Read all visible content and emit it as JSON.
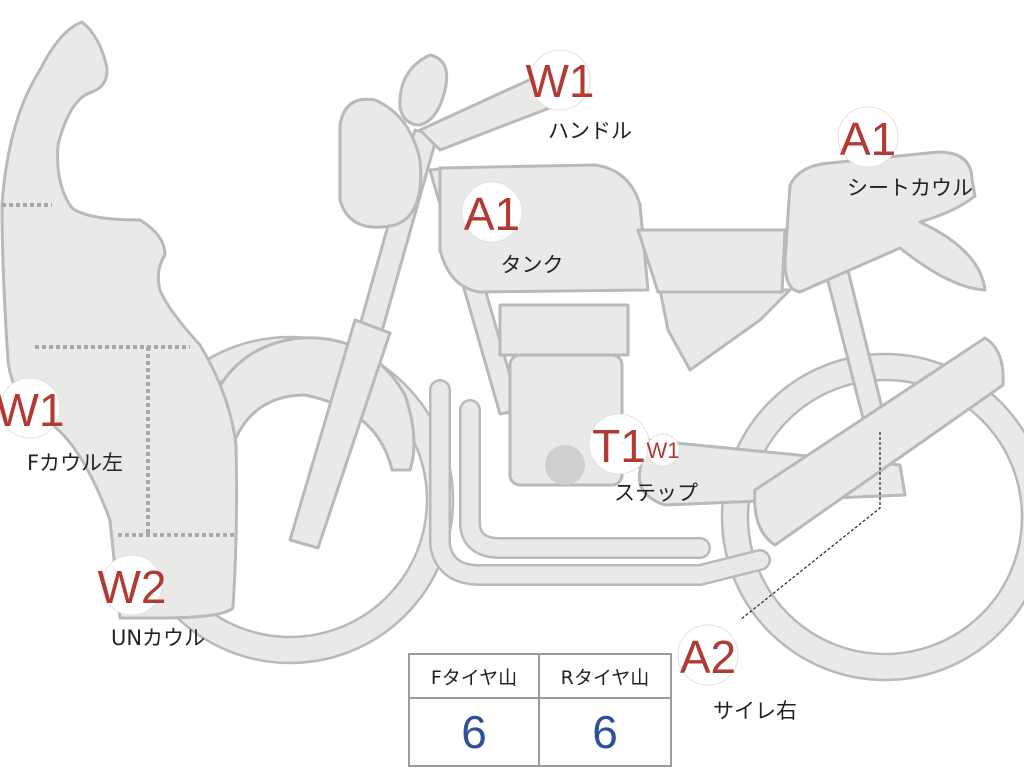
{
  "markers": [
    {
      "id": "handle",
      "code": "W1",
      "label": "ハンドル"
    },
    {
      "id": "seat-cowl",
      "code": "A1",
      "label": "シートカウル"
    },
    {
      "id": "tank",
      "code": "A1",
      "label": "タンク"
    },
    {
      "id": "f-cowl-left",
      "code": "W1",
      "label": "Fカウル左"
    },
    {
      "id": "step",
      "code": "T1",
      "sub_code": "W1",
      "label": "ステップ"
    },
    {
      "id": "un-cowl",
      "code": "W2",
      "label": "UNカウル"
    },
    {
      "id": "silencer-right",
      "code": "A2",
      "label": "サイレ右"
    }
  ],
  "tire_table": {
    "headers": [
      "Fタイヤ山",
      "Rタイヤ山"
    ],
    "values": [
      "6",
      "6"
    ]
  }
}
